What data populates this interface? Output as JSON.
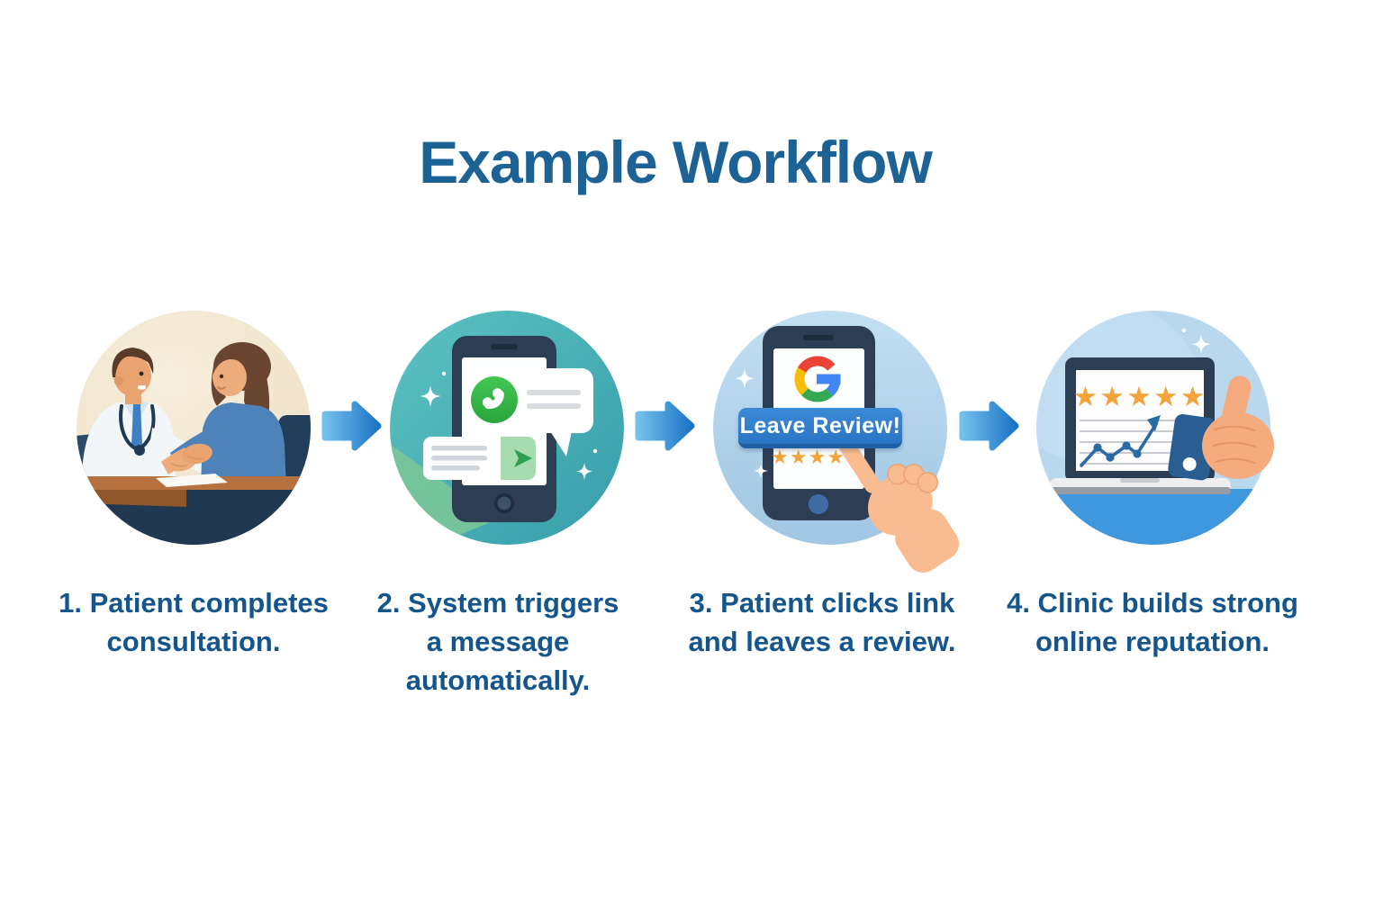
{
  "title": "Example Workflow",
  "steps": [
    {
      "number": "1",
      "illustration": "doctor-patient-consultation",
      "caption_lines": [
        "1. Patient completes",
        "consultation."
      ]
    },
    {
      "number": "2",
      "illustration": "automated-phone-message",
      "caption_lines": [
        "2. System triggers",
        "a message",
        "automatically."
      ]
    },
    {
      "number": "3",
      "illustration": "google-review-tap",
      "button_label": "Leave Review!",
      "rating": 5,
      "stars_display": "★★★★★",
      "caption_lines": [
        "3. Patient clicks link",
        "and leaves a review."
      ]
    },
    {
      "number": "4",
      "illustration": "laptop-reputation-growth",
      "rating": 5,
      "stars_display": "★★★★★",
      "caption_lines": [
        "4. Clinic builds strong",
        "online reputation."
      ]
    }
  ],
  "arrows": {
    "icon": "arrow-right-icon",
    "count": 3
  },
  "colors": {
    "title_blue": "#1d6295",
    "caption_blue": "#14568c",
    "arrow_blue": "#2b85d0",
    "review_button_blue": "#2e7dd1",
    "star_orange": "#f2a43a",
    "whatsapp_green": "#34b84a",
    "teal_circle": "#4bb3b7",
    "light_blue_circle": "#b9d8ee",
    "google_blue": "#4285F4",
    "google_red": "#EA4335",
    "google_yellow": "#FBBC05",
    "google_green": "#34A853"
  }
}
